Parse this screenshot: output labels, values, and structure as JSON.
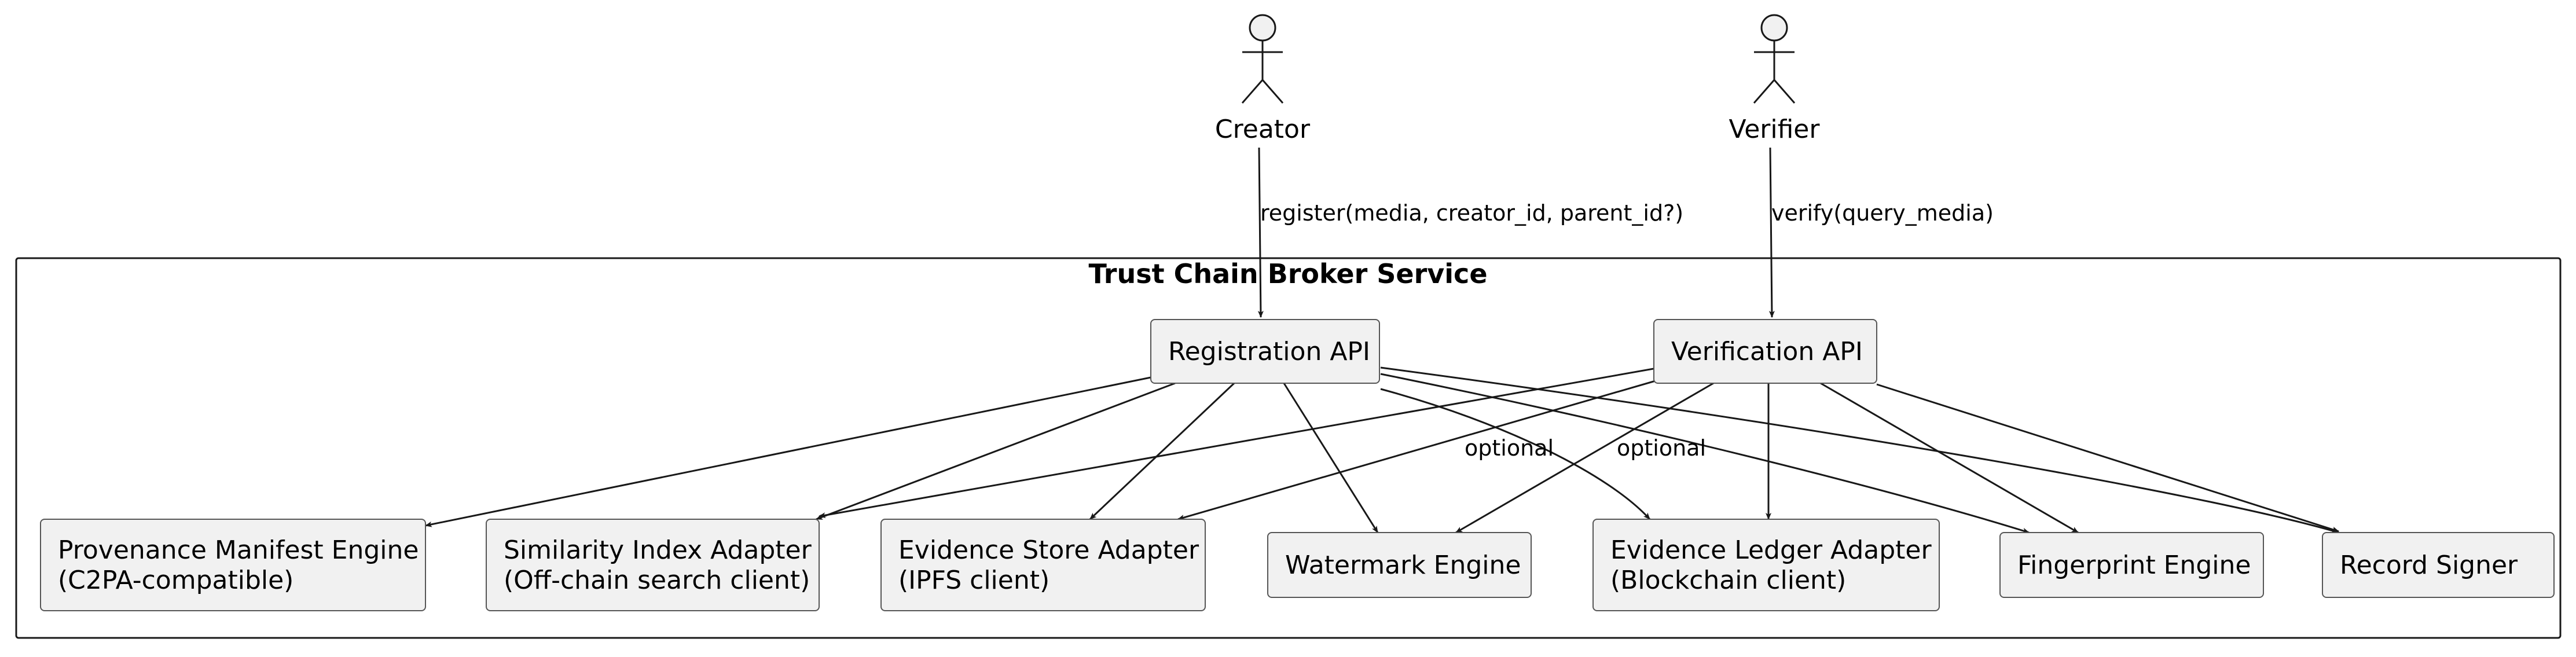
{
  "diagram": {
    "boundary": {
      "title": "Trust Chain Broker Service"
    },
    "actors": {
      "creator": {
        "label": "Creator"
      },
      "verifier": {
        "label": "Verifier"
      }
    },
    "components": {
      "registration_api": {
        "lines": [
          "Registration API"
        ]
      },
      "verification_api": {
        "lines": [
          "Verification API"
        ]
      },
      "provenance": {
        "lines": [
          "Provenance Manifest Engine",
          "(C2PA-compatible)"
        ]
      },
      "similarity": {
        "lines": [
          "Similarity Index Adapter",
          "(Off-chain search client)"
        ]
      },
      "evidence_store": {
        "lines": [
          "Evidence Store Adapter",
          "(IPFS client)"
        ]
      },
      "watermark": {
        "lines": [
          "Watermark Engine"
        ]
      },
      "evidence_ledger": {
        "lines": [
          "Evidence Ledger Adapter",
          "(Blockchain client)"
        ]
      },
      "fingerprint": {
        "lines": [
          "Fingerprint Engine"
        ]
      },
      "record_signer": {
        "lines": [
          "Record Signer"
        ]
      }
    },
    "edge_labels": {
      "register": "register(media, creator_id, parent_id?)",
      "verify": "verify(query_media)",
      "optional_1": "optional",
      "optional_2": "optional"
    },
    "colors": {
      "component_fill": "#F1F1F1",
      "component_stroke": "#555555",
      "line": "#181818"
    }
  }
}
